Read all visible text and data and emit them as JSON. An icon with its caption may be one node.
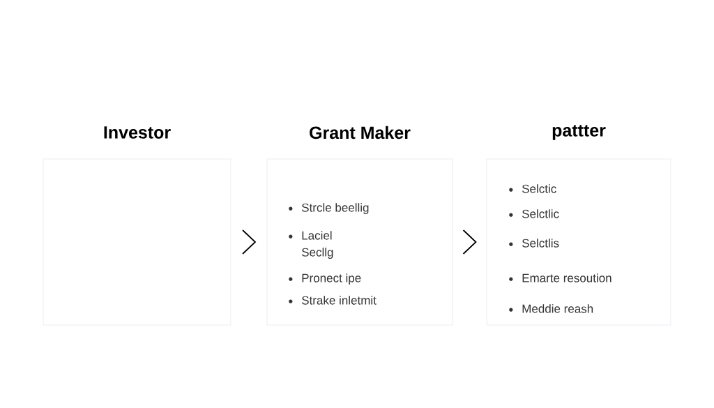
{
  "diagram": {
    "nodes": [
      {
        "text": [
          "Investor"
        ]
      },
      {
        "text": [
          "Grant Maker",
          "Strcle beellig",
          "Laciel Secllg",
          "Pronect ipe",
          "Strake inletmit"
        ]
      },
      {
        "text": [
          "pattter",
          "Selctic",
          "Selctlic",
          "Selctlis",
          "Emarte resoution",
          "Meddie reash"
        ]
      }
    ],
    "edges": [
      {
        "from": 0,
        "to": 1,
        "arrow": "to"
      },
      {
        "from": 1,
        "to": 2,
        "arrow": "to"
      }
    ]
  }
}
